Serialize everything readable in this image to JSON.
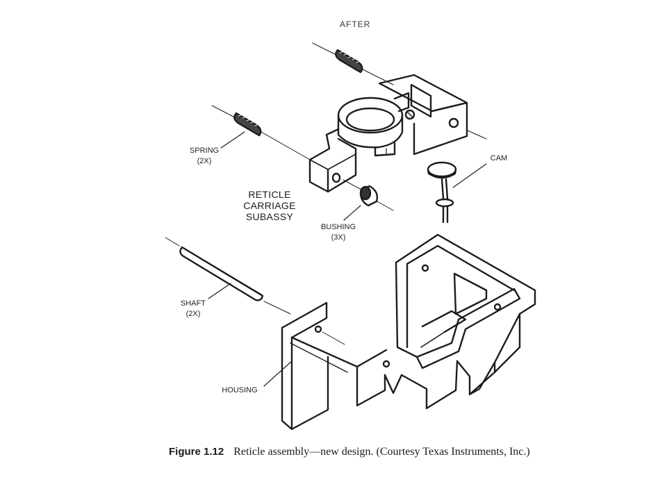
{
  "header": {
    "view_label": "AFTER"
  },
  "labels": {
    "spring": [
      "SPRING",
      "(2X)"
    ],
    "reticle": [
      "RETICLE",
      "CARRIAGE",
      "SUBASSY"
    ],
    "bushing": [
      "BUSHING",
      "(3X)"
    ],
    "cam": "CAM",
    "shaft": [
      "SHAFT",
      "(2X)"
    ],
    "housing": "HOUSING"
  },
  "caption": {
    "figure_number": "Figure 1.12",
    "text": "Reticle assembly—new design. (Courtesy Texas Instruments, Inc.)"
  }
}
